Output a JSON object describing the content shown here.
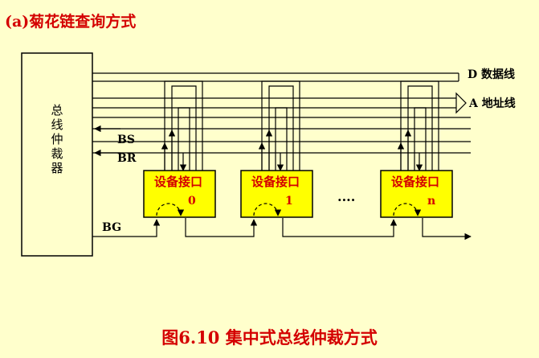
{
  "title": "(a)菊花链查询方式",
  "caption": "图6.10 集中式总线仲裁方式",
  "arbiter_label": [
    "总",
    "线",
    "仲",
    "裁",
    "器"
  ],
  "buses": {
    "data": "D 数据线",
    "address": "A 地址线"
  },
  "signals": {
    "bs": "BS",
    "br": "BR",
    "bg": "BG"
  },
  "devices": [
    {
      "label": "设备接口",
      "index": "0"
    },
    {
      "label": "设备接口",
      "index": "1"
    },
    {
      "label": "设备接口",
      "index": "n"
    }
  ],
  "ellipsis": "....",
  "colors": {
    "background": "#FFFFCC",
    "box_fill": "#FFFF00",
    "title_red": "#D40000",
    "line": "#000000"
  }
}
